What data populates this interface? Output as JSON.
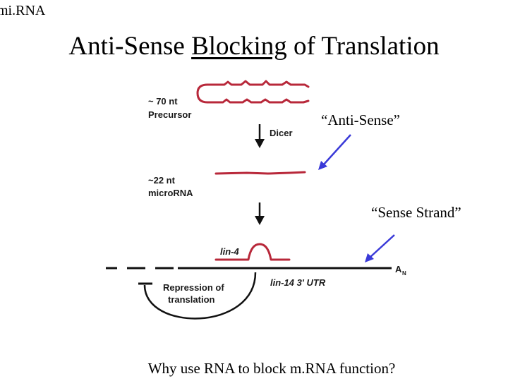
{
  "corner_label": "mi.RNA",
  "title": {
    "before": "Anti-Sense ",
    "underlined": "Blocking",
    "after": " of Translation"
  },
  "figure": {
    "precursor_size": "~ 70 nt",
    "precursor_label": "Precursor",
    "dicer_label": "Dicer",
    "microrna_size": "~22 nt",
    "microrna_label": "microRNA",
    "lin4_label": "lin-4",
    "utr_label": "lin-14 3' UTR",
    "polya_label": "A",
    "polya_sub": "N",
    "repression_line1": "Repression of",
    "repression_line2": "translation",
    "rna_color": "#b8283a",
    "arrow_color": "#3a3ad8"
  },
  "callouts": {
    "anti_sense": "“Anti-Sense”",
    "sense_strand": "“Sense Strand”"
  },
  "question": "Why use RNA to block m.RNA function?"
}
